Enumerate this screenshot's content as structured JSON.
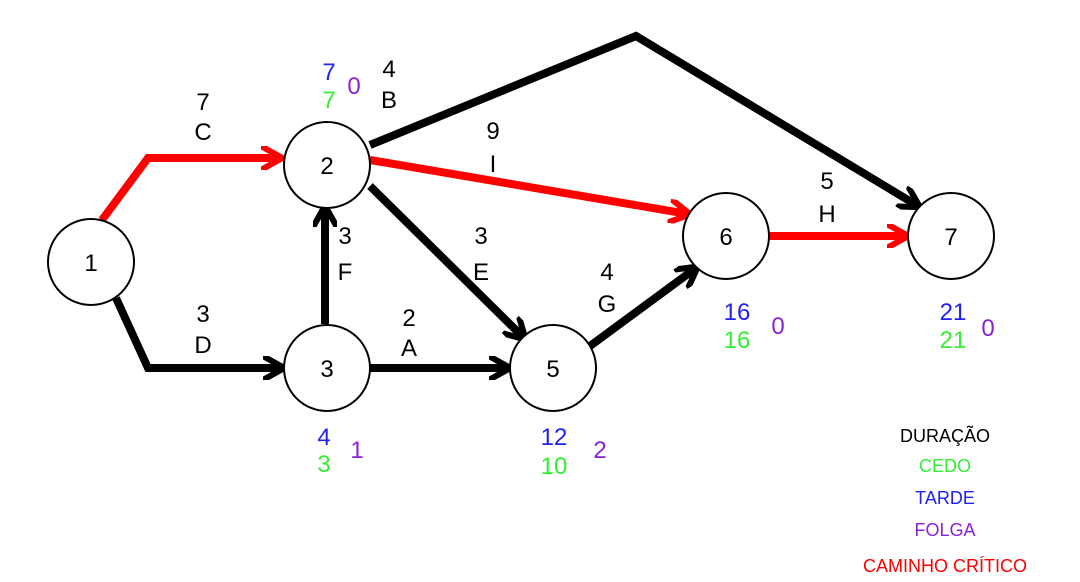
{
  "colors": {
    "normal_edge": "#000000",
    "critical_edge": "#ff0000",
    "duracao": "#000000",
    "cedo": "#33ee33",
    "tarde": "#2222ee",
    "folga": "#8822dd",
    "critico": "#ff0000"
  },
  "nodes": [
    {
      "id": "1",
      "label": "1"
    },
    {
      "id": "2",
      "label": "2",
      "tarde": "7",
      "cedo": "7",
      "folga": "0"
    },
    {
      "id": "3",
      "label": "3",
      "tarde": "4",
      "cedo": "3",
      "folga": "1"
    },
    {
      "id": "5",
      "label": "5",
      "tarde": "12",
      "cedo": "10",
      "folga": "2"
    },
    {
      "id": "6",
      "label": "6",
      "tarde": "16",
      "cedo": "16",
      "folga": "0"
    },
    {
      "id": "7",
      "label": "7",
      "tarde": "21",
      "cedo": "21",
      "folga": "0"
    }
  ],
  "activities": [
    {
      "name": "C",
      "duration": "7",
      "from": "1",
      "to": "2",
      "critical": true
    },
    {
      "name": "D",
      "duration": "3",
      "from": "1",
      "to": "3",
      "critical": false
    },
    {
      "name": "F",
      "duration": "3",
      "from": "3",
      "to": "2",
      "critical": false
    },
    {
      "name": "A",
      "duration": "2",
      "from": "3",
      "to": "5",
      "critical": false
    },
    {
      "name": "E",
      "duration": "3",
      "from": "2",
      "to": "5",
      "critical": false
    },
    {
      "name": "B",
      "duration": "4",
      "from": "2",
      "to": "7",
      "critical": false
    },
    {
      "name": "I",
      "duration": "9",
      "from": "2",
      "to": "6",
      "critical": true
    },
    {
      "name": "G",
      "duration": "4",
      "from": "5",
      "to": "6",
      "critical": false
    },
    {
      "name": "H",
      "duration": "5",
      "from": "6",
      "to": "7",
      "critical": true
    }
  ],
  "legend": {
    "duracao": "DURAÇÃO",
    "cedo": "CEDO",
    "tarde": "TARDE",
    "folga": "FOLGA",
    "critico": "CAMINHO CRÍTICO"
  }
}
